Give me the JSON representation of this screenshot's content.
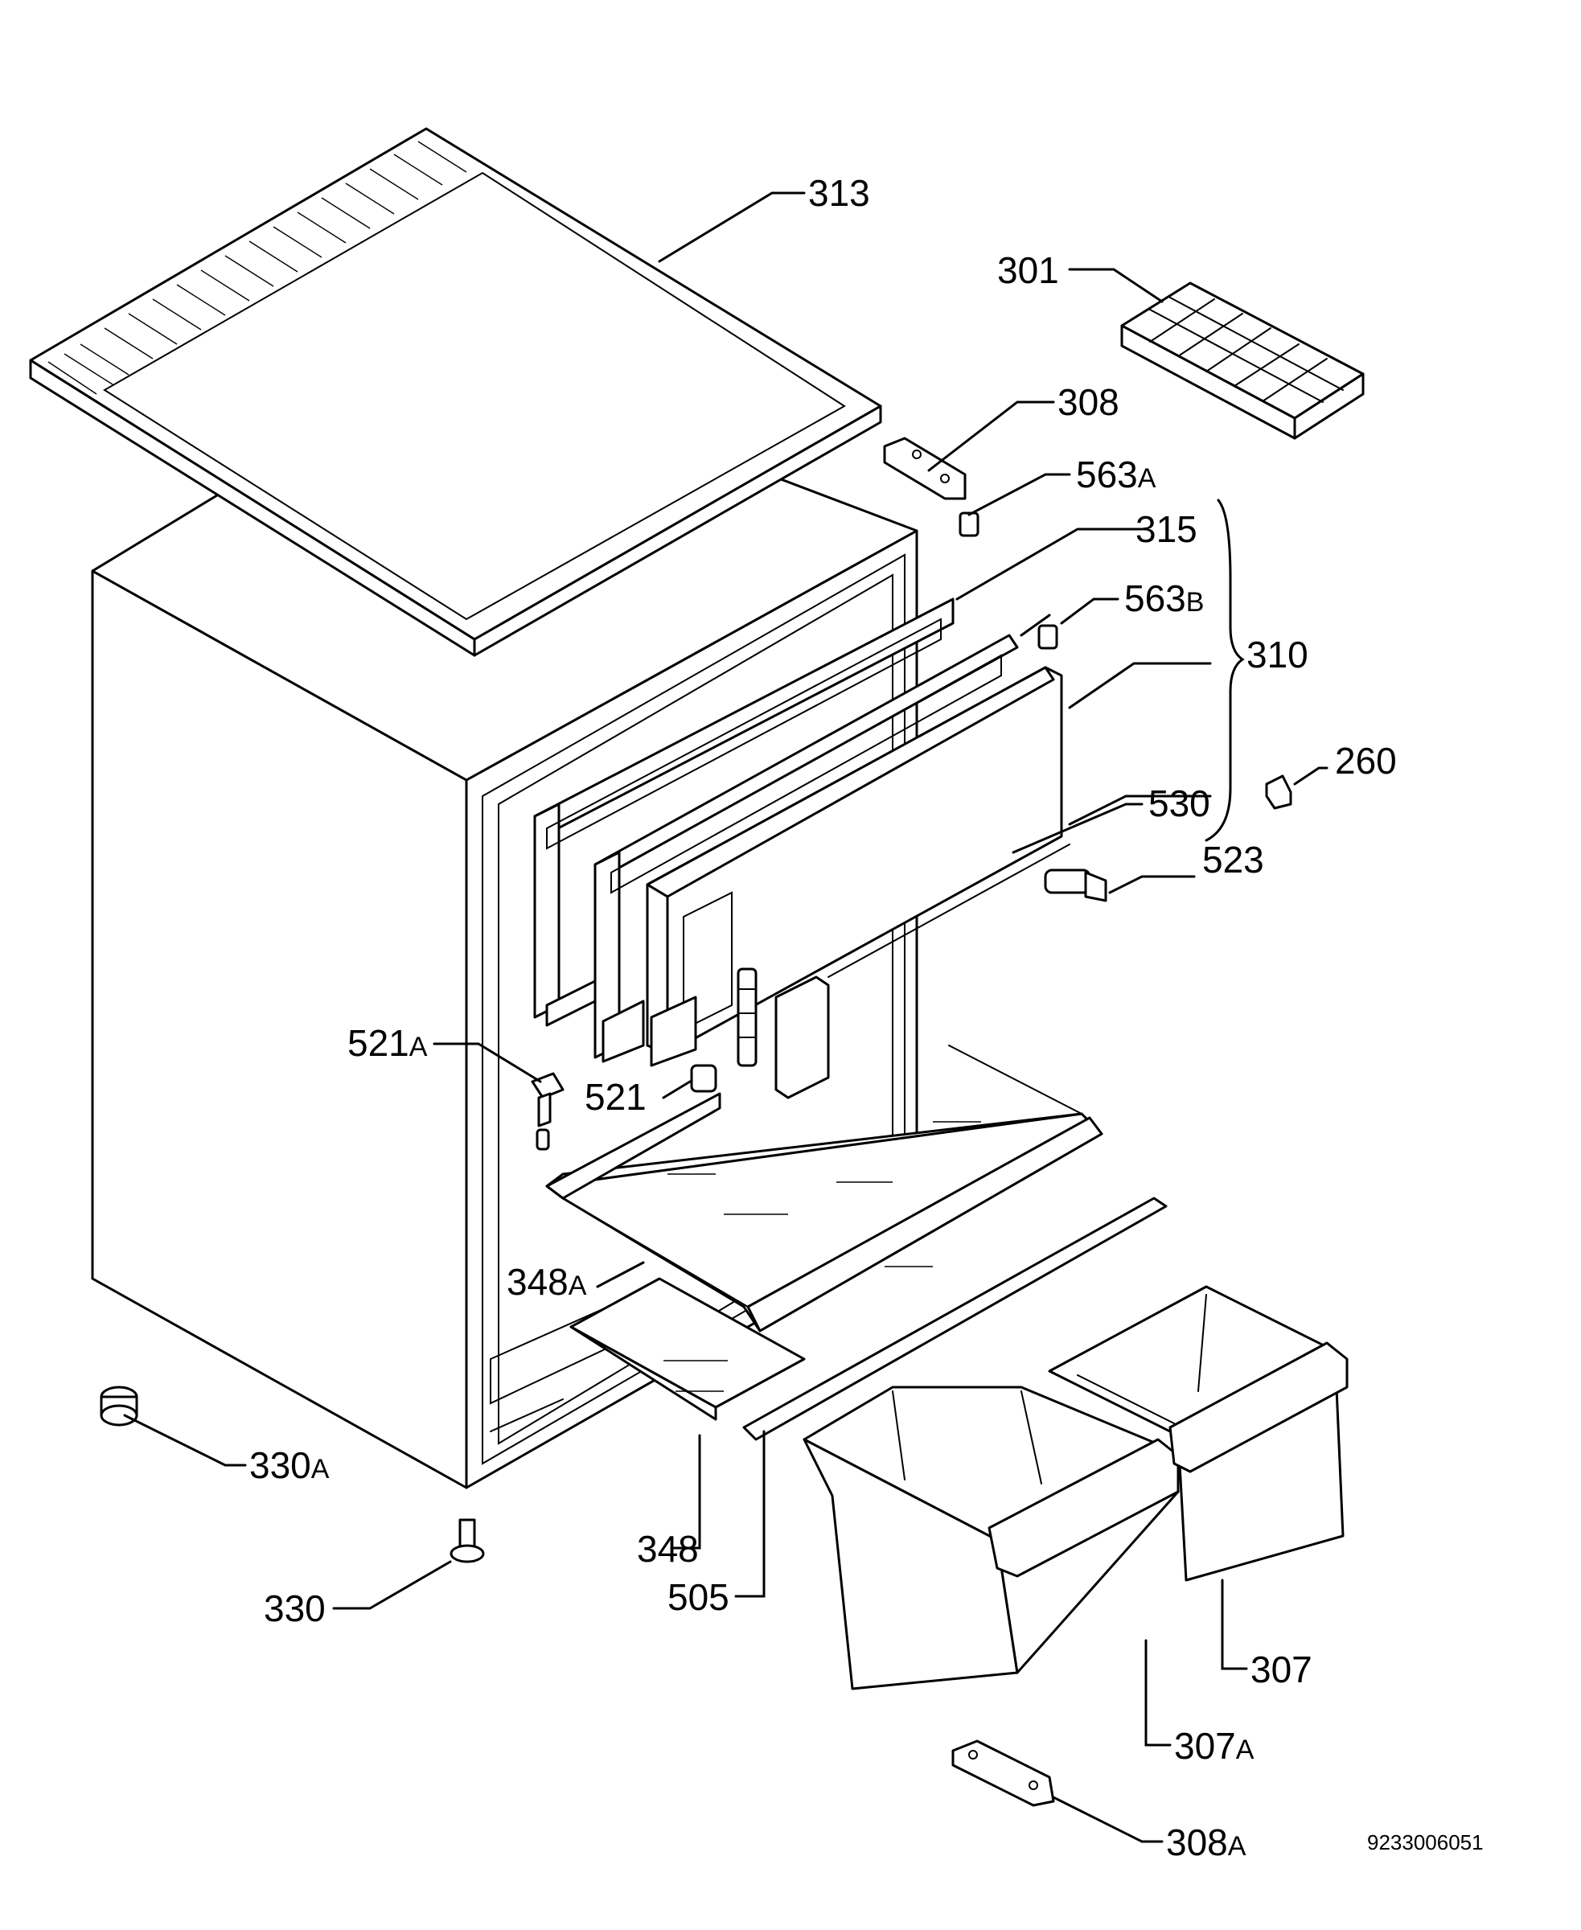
{
  "labels": {
    "p313": "313",
    "p301": "301",
    "p308": "308",
    "p563a_num": "563",
    "p563a_sfx": "A",
    "p315": "315",
    "p563b_num": "563",
    "p563b_sfx": "B",
    "p310": "310",
    "p260": "260",
    "p530": "530",
    "p523": "523",
    "p521a_num": "521",
    "p521a_sfx": "A",
    "p521": "521",
    "p348a_num": "348",
    "p348a_sfx": "A",
    "p330a_num": "330",
    "p330a_sfx": "A",
    "p348": "348",
    "p505": "505",
    "p330": "330",
    "p307": "307",
    "p307a_num": "307",
    "p307a_sfx": "A",
    "p308a_num": "308",
    "p308a_sfx": "A"
  },
  "drawing_code": "9233006051"
}
